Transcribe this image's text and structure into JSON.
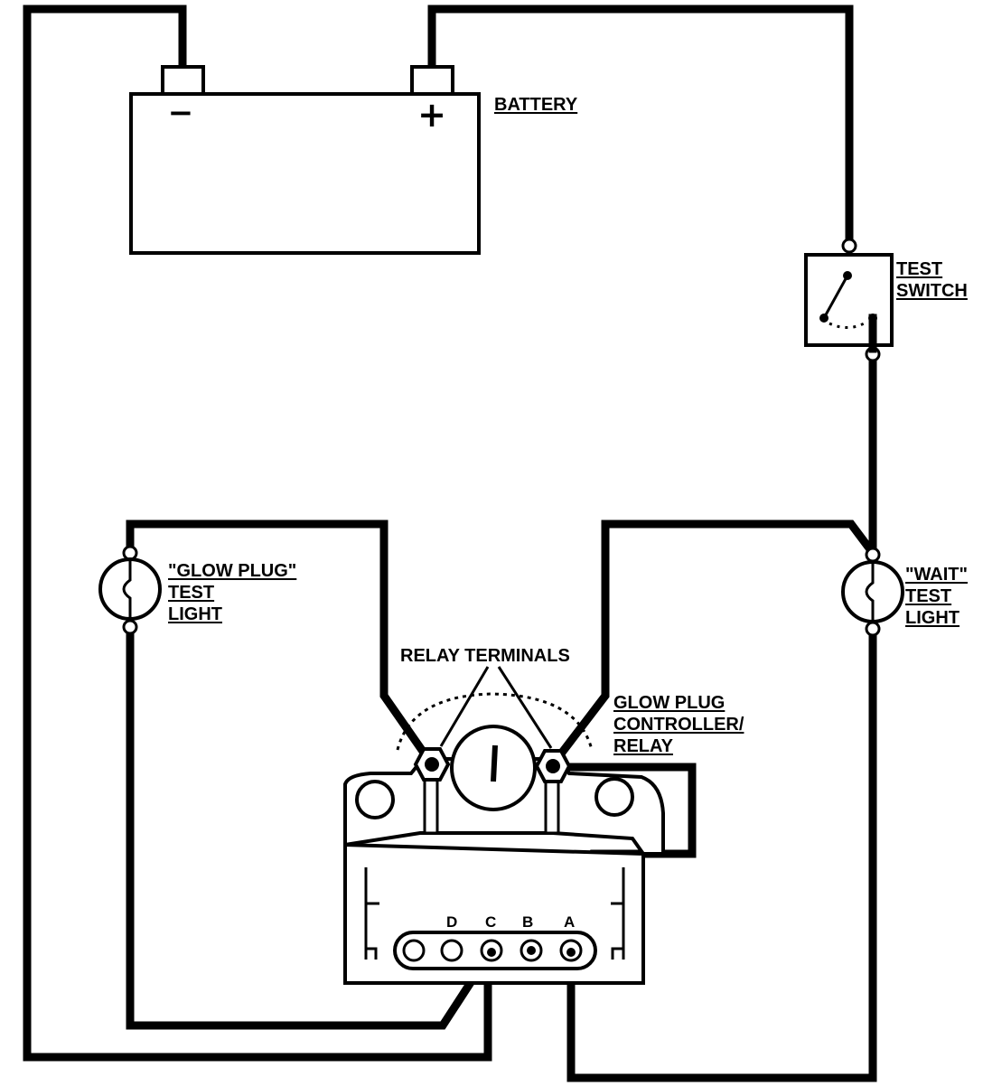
{
  "labels": {
    "battery": "BATTERY",
    "test_switch": [
      "TEST",
      "SWITCH"
    ],
    "glow_plug_light": [
      "\"GLOW PLUG\"",
      "TEST",
      "LIGHT"
    ],
    "wait_light": [
      "\"WAIT\"",
      "TEST",
      "LIGHT"
    ],
    "relay_terminals": "RELAY TERMINALS",
    "controller": [
      "GLOW PLUG",
      "CONTROLLER/",
      "RELAY"
    ],
    "pins": [
      "D",
      "C",
      "B",
      "A"
    ]
  },
  "battery_symbols": {
    "negative": "−",
    "positive": "+"
  },
  "colors": {
    "ink": "#000000",
    "background": "#ffffff"
  }
}
